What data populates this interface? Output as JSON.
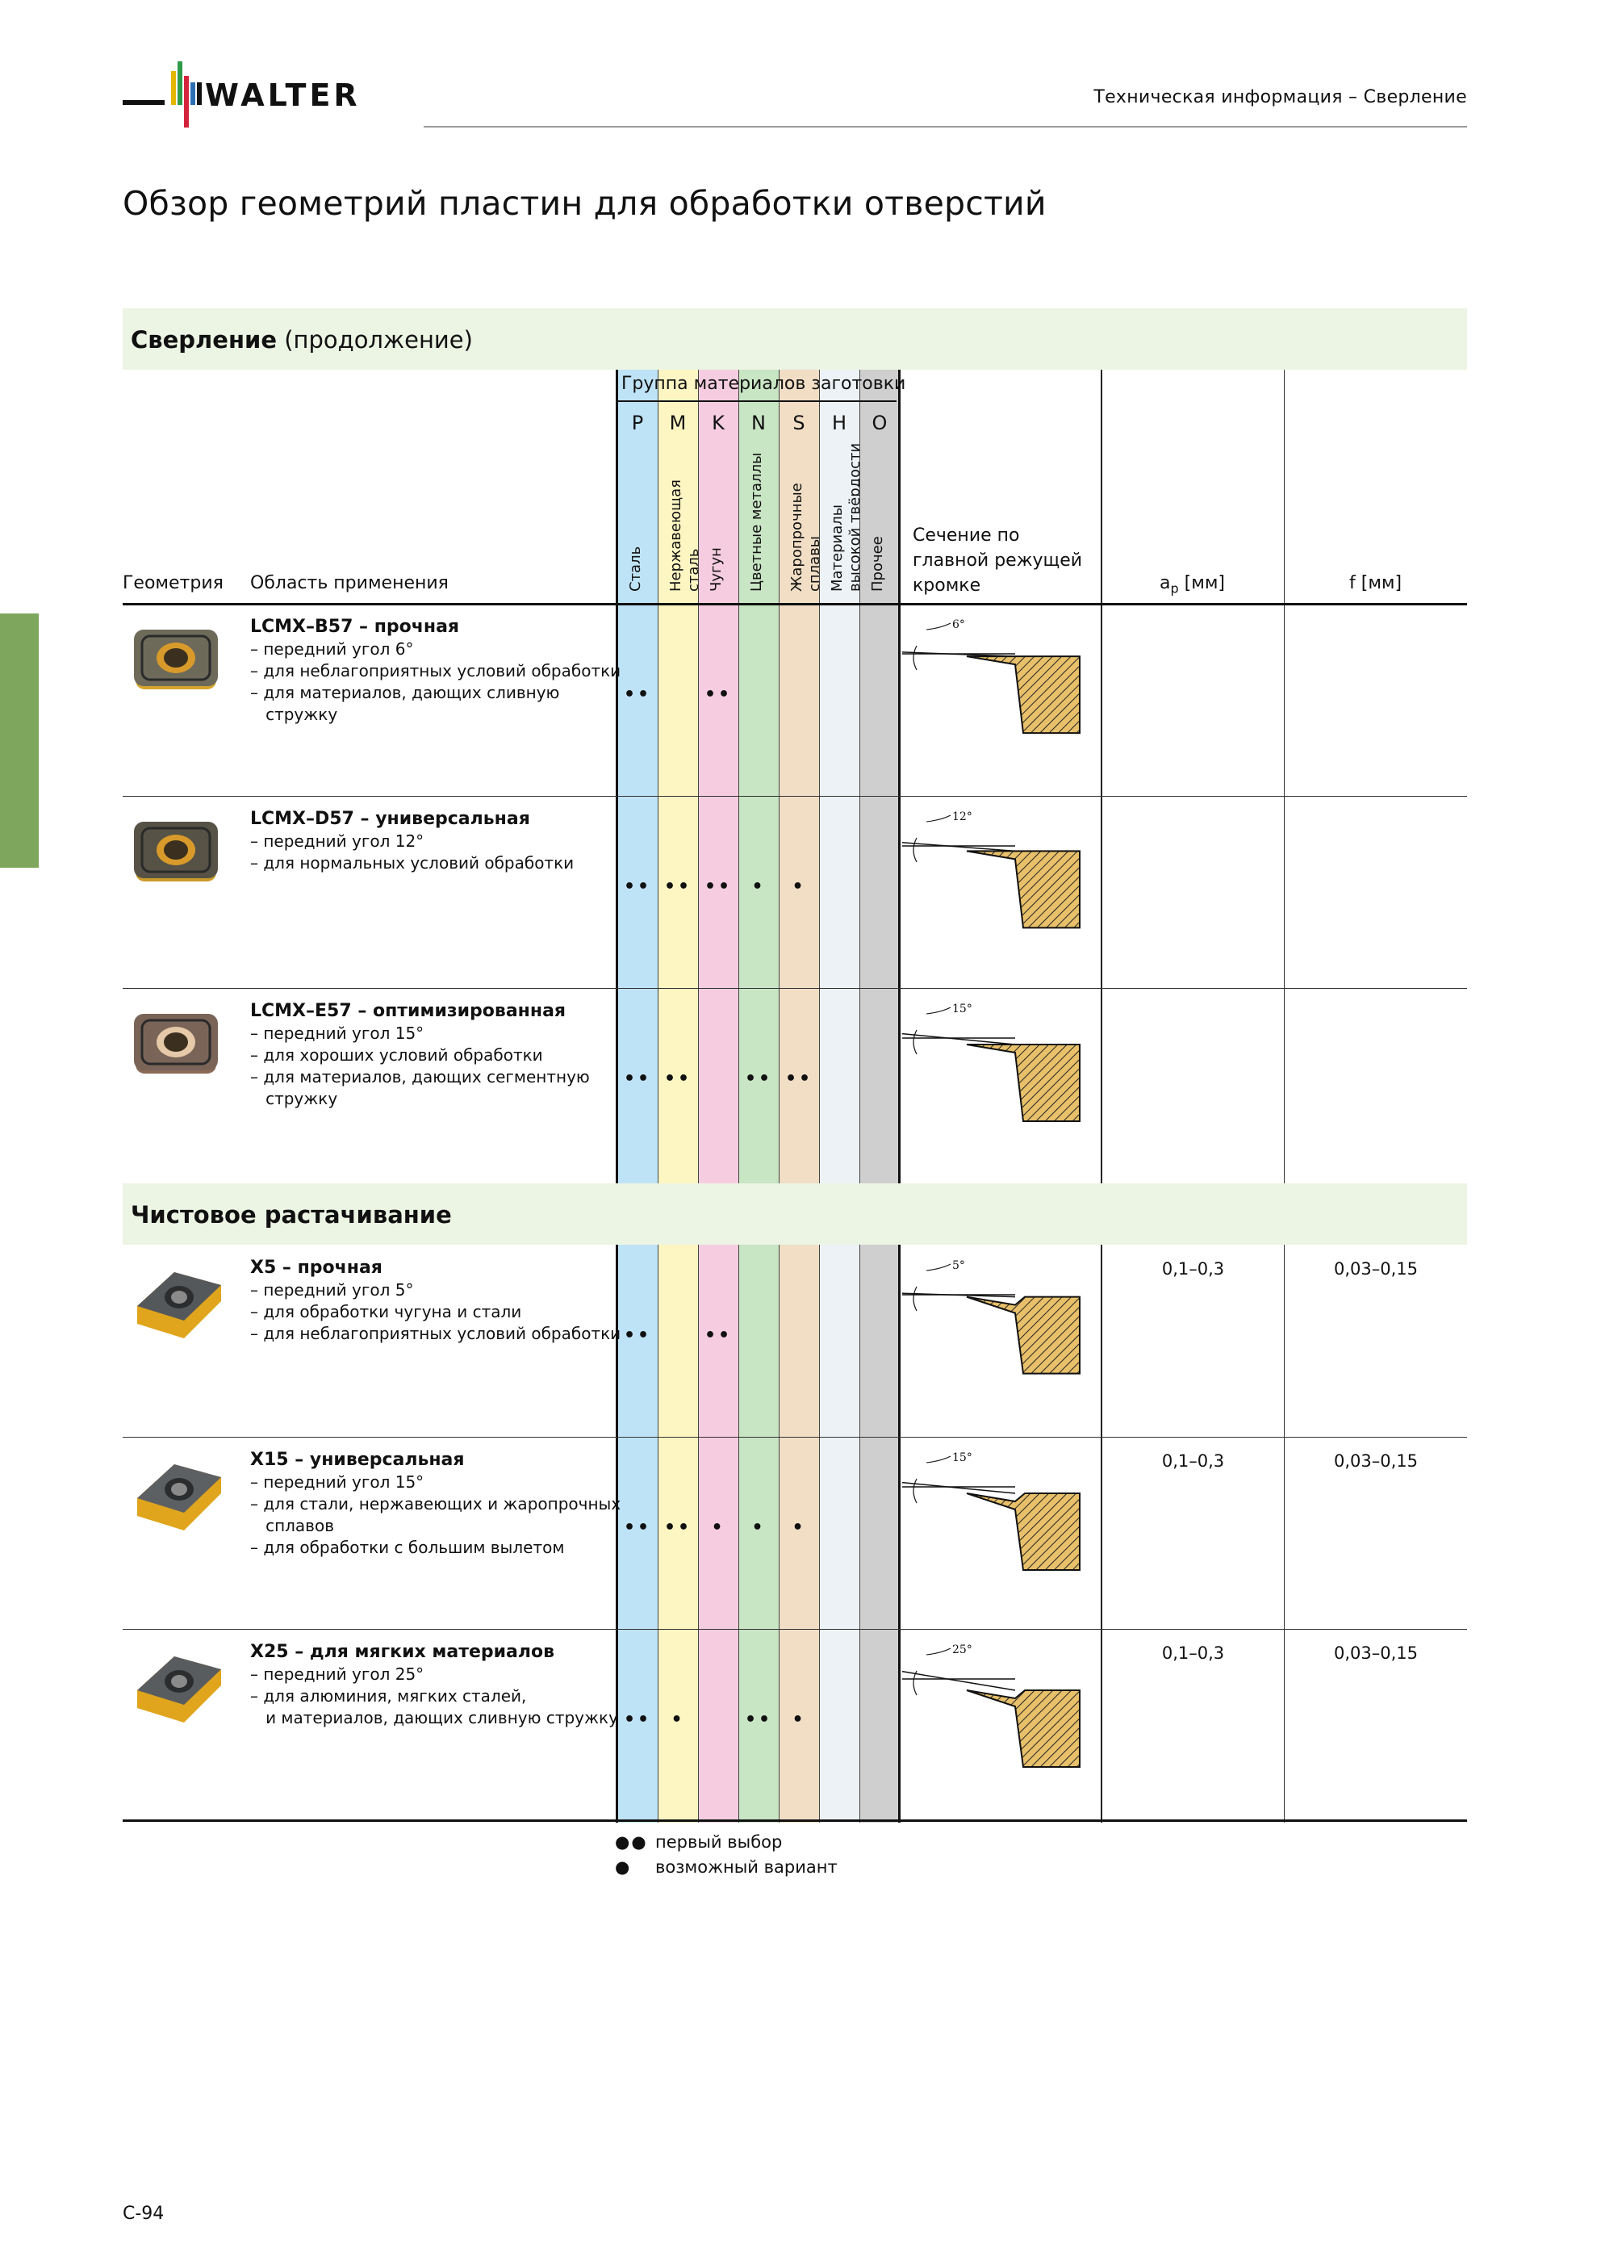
{
  "header": {
    "brand": "WALTER",
    "title": "Техническая информация – Сверление"
  },
  "page_title": "Обзор геометрий пластин для обработки отверстий",
  "sections": [
    {
      "bold": "Сверление",
      "normal": " (продолжение)"
    },
    {
      "bold": "Чистовое растачивание",
      "normal": ""
    }
  ],
  "table_head": {
    "geometry": "Геометрия",
    "application": "Область применения",
    "group_title": "Группа материалов заготовки",
    "section_label": [
      "Сечение по",
      "главной режущей",
      "кромке"
    ],
    "ap": "a",
    "ap_sub": "p",
    "ap_unit": " [мм]",
    "f": "f [мм]"
  },
  "materials": [
    {
      "letter": "P",
      "name": "Сталь",
      "color": "#bfe3f6"
    },
    {
      "letter": "M",
      "name": "Нержавеющая сталь",
      "color": "#fdf6c2"
    },
    {
      "letter": "K",
      "name": "Чугун",
      "color": "#f6cde0"
    },
    {
      "letter": "N",
      "name": "Цветные металлы",
      "color": "#c8e5c4"
    },
    {
      "letter": "S",
      "name": "Жаропрочные сплавы",
      "color": "#f1dec5"
    },
    {
      "letter": "H",
      "name": "Материалы высокой твёрдости",
      "color": "#edf2f6"
    },
    {
      "letter": "O",
      "name": "Прочее",
      "color": "#cfcfcf"
    }
  ],
  "rows": [
    {
      "title": "LCMX–B57 – прочная",
      "lines": [
        "– передний угол 6°",
        "– для неблагоприятных условий обработки",
        "– для материалов, дающих сливную",
        "   стружку"
      ],
      "dots": [
        "••",
        "",
        "••",
        "",
        "",
        "",
        ""
      ],
      "angle": "6°",
      "ap": "",
      "f": ""
    },
    {
      "title": "LCMX–D57 – универсальная",
      "lines": [
        "– передний угол 12°",
        "– для нормальных условий обработки"
      ],
      "dots": [
        "••",
        "••",
        "••",
        "•",
        "•",
        "",
        ""
      ],
      "angle": "12°",
      "ap": "",
      "f": ""
    },
    {
      "title": "LCMX–E57 – оптимизированная",
      "lines": [
        "– передний угол 15°",
        "– для хороших условий обработки",
        "– для материалов, дающих сегментную",
        "   стружку"
      ],
      "dots": [
        "••",
        "••",
        "",
        "••",
        "••",
        "",
        ""
      ],
      "angle": "15°",
      "ap": "",
      "f": ""
    },
    {
      "title": "X5 – прочная",
      "lines": [
        "– передний угол 5°",
        "– для обработки чугуна и стали",
        "– для неблагоприятных условий обработки"
      ],
      "dots": [
        "••",
        "",
        "••",
        "",
        "",
        "",
        ""
      ],
      "angle": "5°",
      "ap": "0,1–0,3",
      "f": "0,03–0,15"
    },
    {
      "title": "X15 – универсальная",
      "lines": [
        "– передний угол 15°",
        "– для стали, нержавеющих и жаропрочных",
        "   сплавов",
        "– для обработки с большим вылетом"
      ],
      "dots": [
        "••",
        "••",
        "•",
        "•",
        "•",
        "",
        ""
      ],
      "angle": "15°",
      "ap": "0,1–0,3",
      "f": "0,03–0,15"
    },
    {
      "title": "X25 – для мягких материалов",
      "lines": [
        "– передний угол 25°",
        "– для алюминия, мягких сталей,",
        "   и материалов, дающих сливную стружку"
      ],
      "dots": [
        "••",
        "•",
        "",
        "••",
        "•",
        "",
        ""
      ],
      "angle": "25°",
      "ap": "0,1–0,3",
      "f": "0,03–0,15"
    }
  ],
  "legend": [
    {
      "symbol": "●●",
      "text": "первый выбор"
    },
    {
      "symbol": "●",
      "text": "возможный вариант"
    }
  ],
  "footer": {
    "page": "C-94"
  }
}
